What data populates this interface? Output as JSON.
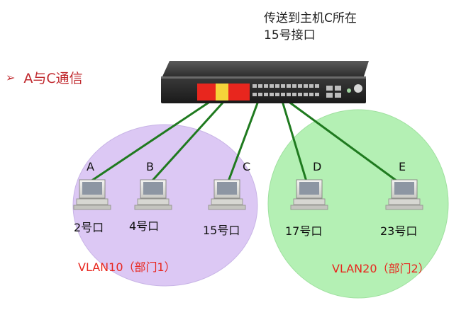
{
  "caption": {
    "line1": "传送到主机C所在",
    "line2": "15号接口"
  },
  "bullet": {
    "mark": "➢",
    "text": "A与C通信"
  },
  "hosts": [
    {
      "letter": "A",
      "port": "2号口"
    },
    {
      "letter": "B",
      "port": "4号口"
    },
    {
      "letter": "C",
      "port": "15号口"
    },
    {
      "letter": "D",
      "port": "17号口"
    },
    {
      "letter": "E",
      "port": "23号口"
    }
  ],
  "vlans": [
    {
      "label": "VLAN10（部门1）",
      "color": "#dcc8f4"
    },
    {
      "label": "VLAN20（部门2）",
      "color": "#b4f0b4"
    }
  ],
  "colors": {
    "link": "#1f7a1f",
    "accent_red": "#e8261e",
    "accent_yellow": "#f5d33a",
    "switch_body": "#2b2b2b"
  }
}
